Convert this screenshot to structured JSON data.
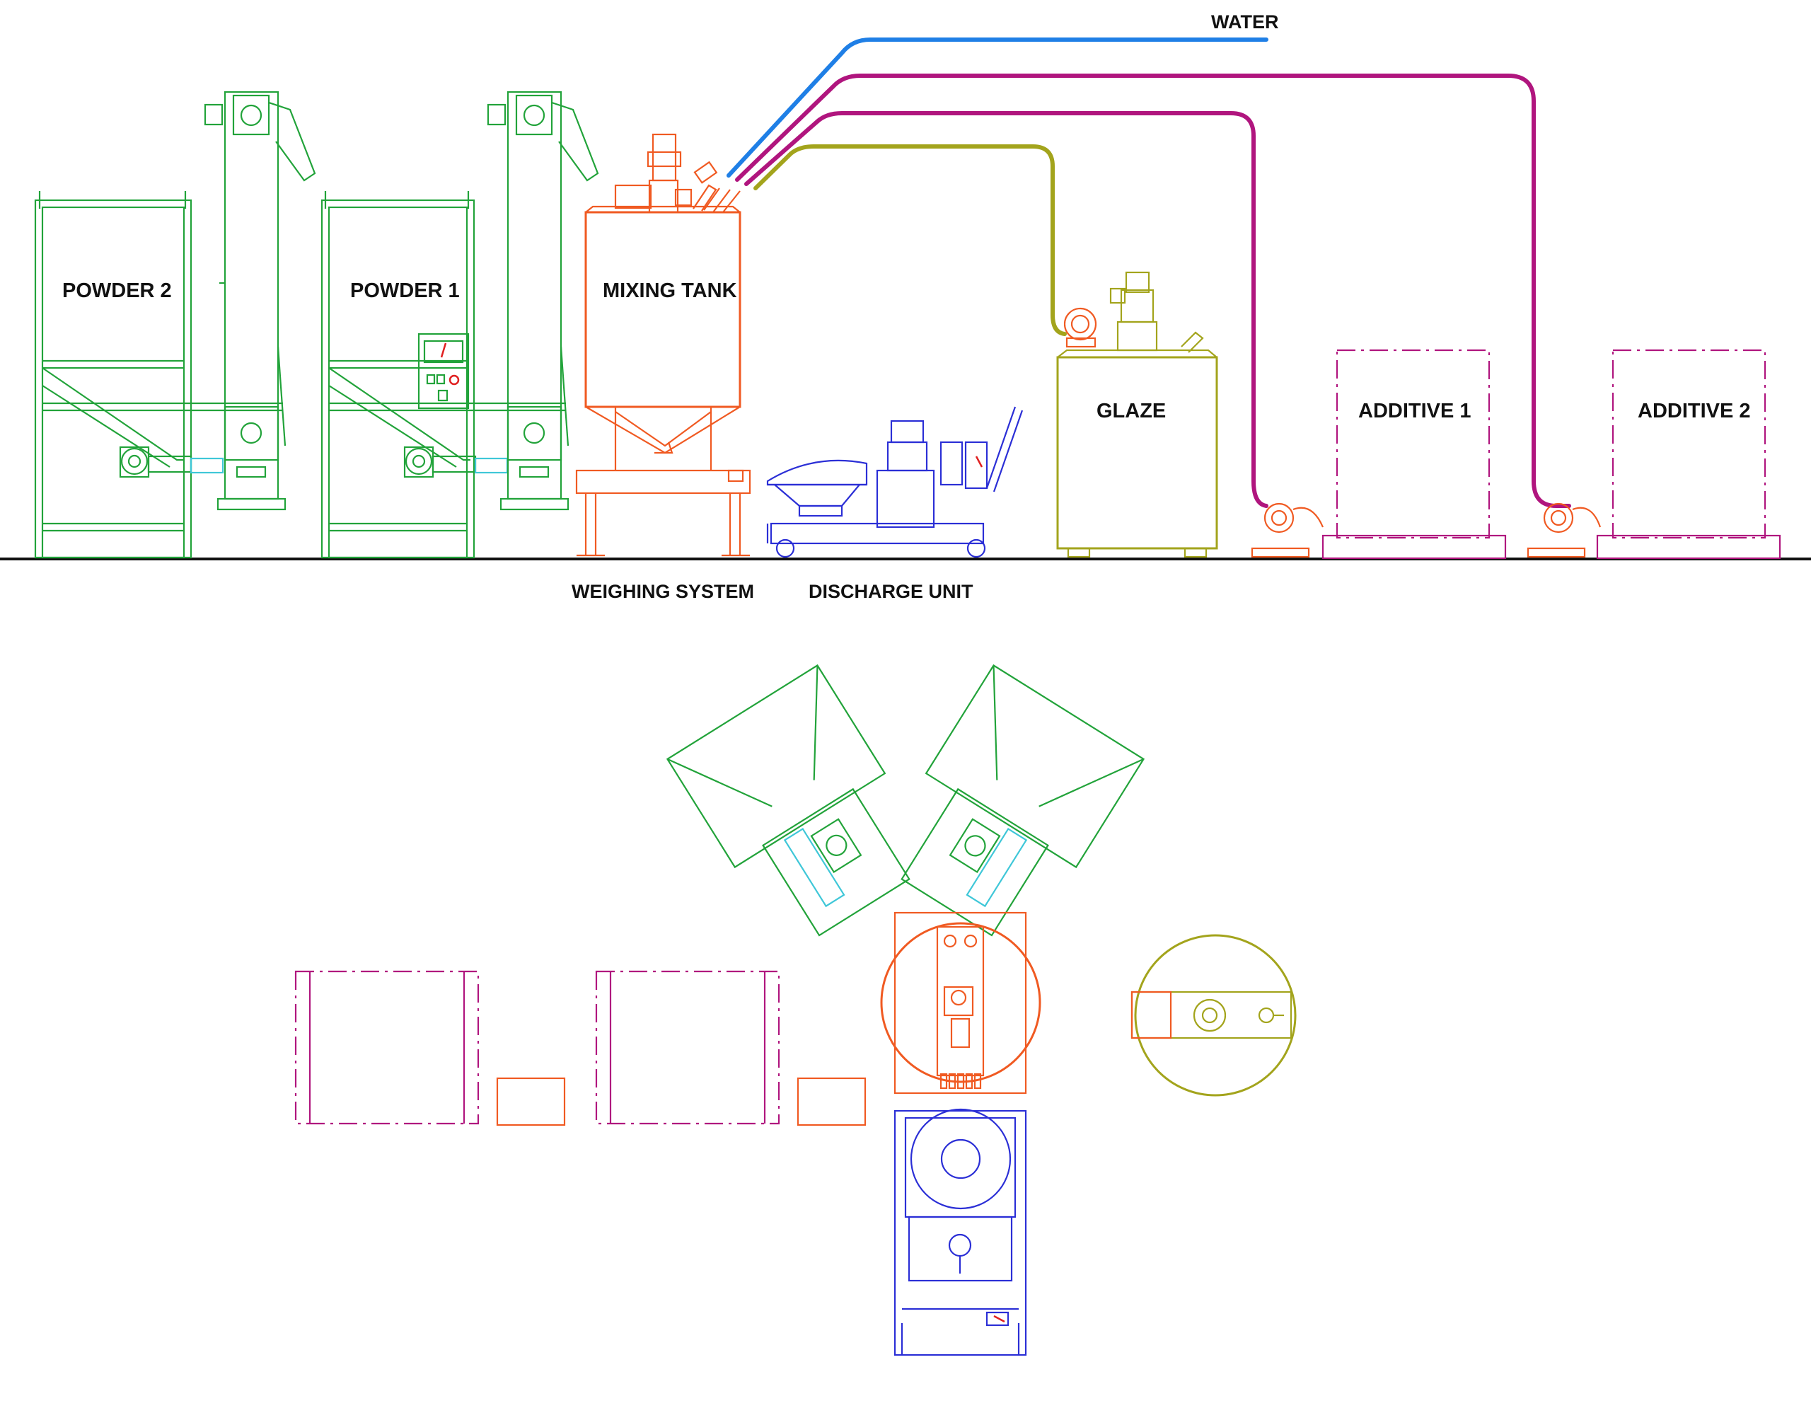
{
  "labels": {
    "water": "WATER",
    "powder2": "POWDER 2",
    "powder1": "POWDER 1",
    "mixing_tank": "MIXING TANK",
    "glaze": "GLAZE",
    "additive1": "ADDITIVE 1",
    "additive2": "ADDITIVE 2",
    "weighing_system": "WEIGHING SYSTEM",
    "discharge_unit": "DISCHARGE UNIT"
  },
  "colors": {
    "powder": "#22a33a",
    "mixing": "#f05a22",
    "discharge": "#2b2fd6",
    "glaze": "#a3a41c",
    "additive": "#b0157e",
    "water_pipe": "#1f7fe6",
    "ground": "#111111"
  }
}
